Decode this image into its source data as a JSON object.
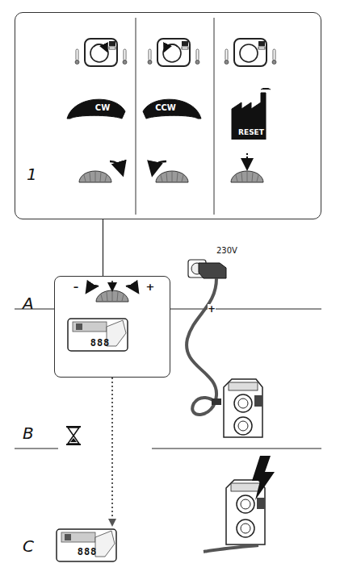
{
  "diagram": {
    "nodes": [
      {
        "text": [
          "1"
        ]
      },
      {
        "text": [
          "CW"
        ],
        "in": 0
      },
      {
        "text": [
          "CCW"
        ],
        "in": 0
      },
      {
        "text": [
          "RESET"
        ],
        "in": 0
      },
      {
        "text": [
          "–",
          "+",
          "888"
        ]
      },
      {
        "text": [
          "888"
        ]
      }
    ],
    "edges": [
      {
        "from": 0,
        "to": 4,
        "arrow": "none"
      },
      {
        "from": 4,
        "to": 5,
        "arrow": "to"
      }
    ],
    "labels": [
      "A",
      "B",
      "C",
      "+",
      "230V"
    ]
  }
}
